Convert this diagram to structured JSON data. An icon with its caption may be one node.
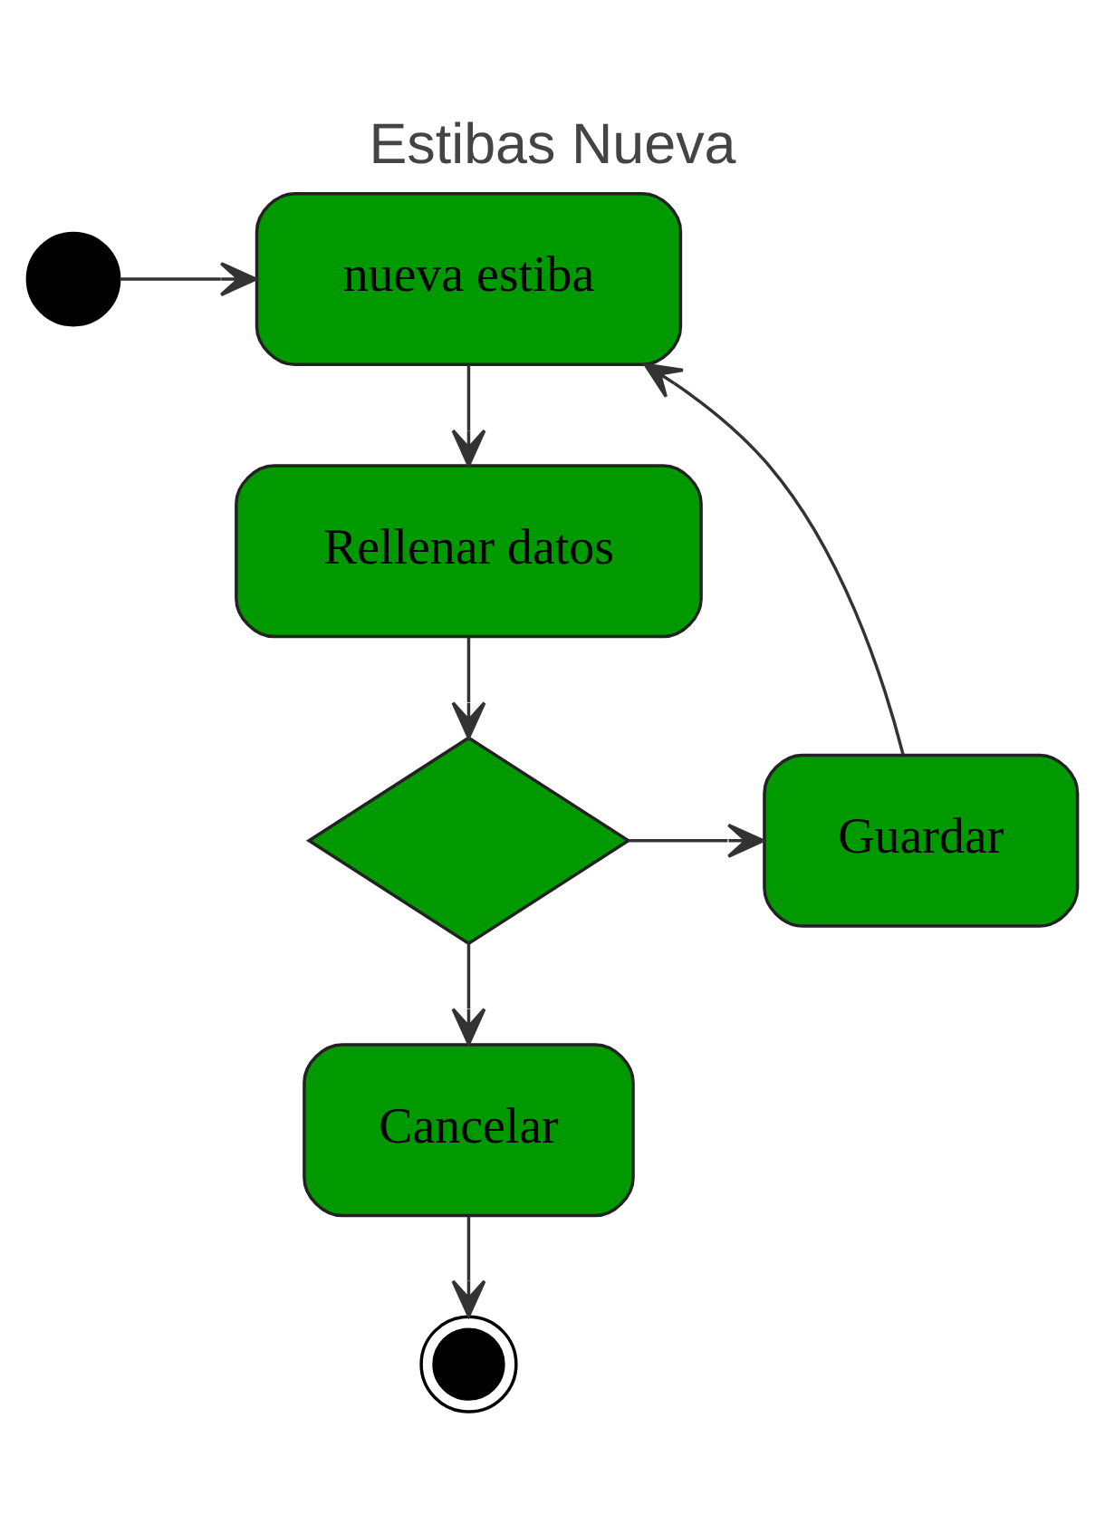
{
  "diagram": {
    "title": "Estibas Nueva",
    "nodes": [
      {
        "text": [],
        "shape": "circle"
      },
      {
        "text": [
          "nueva estiba"
        ]
      },
      {
        "text": [
          "Rellenar datos"
        ]
      },
      {
        "text": [],
        "shape": "diamond"
      },
      {
        "text": [
          "Guardar"
        ]
      },
      {
        "text": [
          "Cancelar"
        ]
      },
      {
        "text": [],
        "shape": "bullseye"
      }
    ],
    "edges": [
      {
        "from": 0,
        "to": 1,
        "arrow": "to"
      },
      {
        "from": 1,
        "to": 2,
        "arrow": "to"
      },
      {
        "from": 2,
        "to": 3,
        "arrow": "to"
      },
      {
        "from": 3,
        "to": 4,
        "arrow": "to"
      },
      {
        "from": 3,
        "to": 5,
        "arrow": "to"
      },
      {
        "from": 4,
        "to": 1,
        "arrow": "to"
      },
      {
        "from": 5,
        "to": 6,
        "arrow": "to"
      }
    ]
  }
}
